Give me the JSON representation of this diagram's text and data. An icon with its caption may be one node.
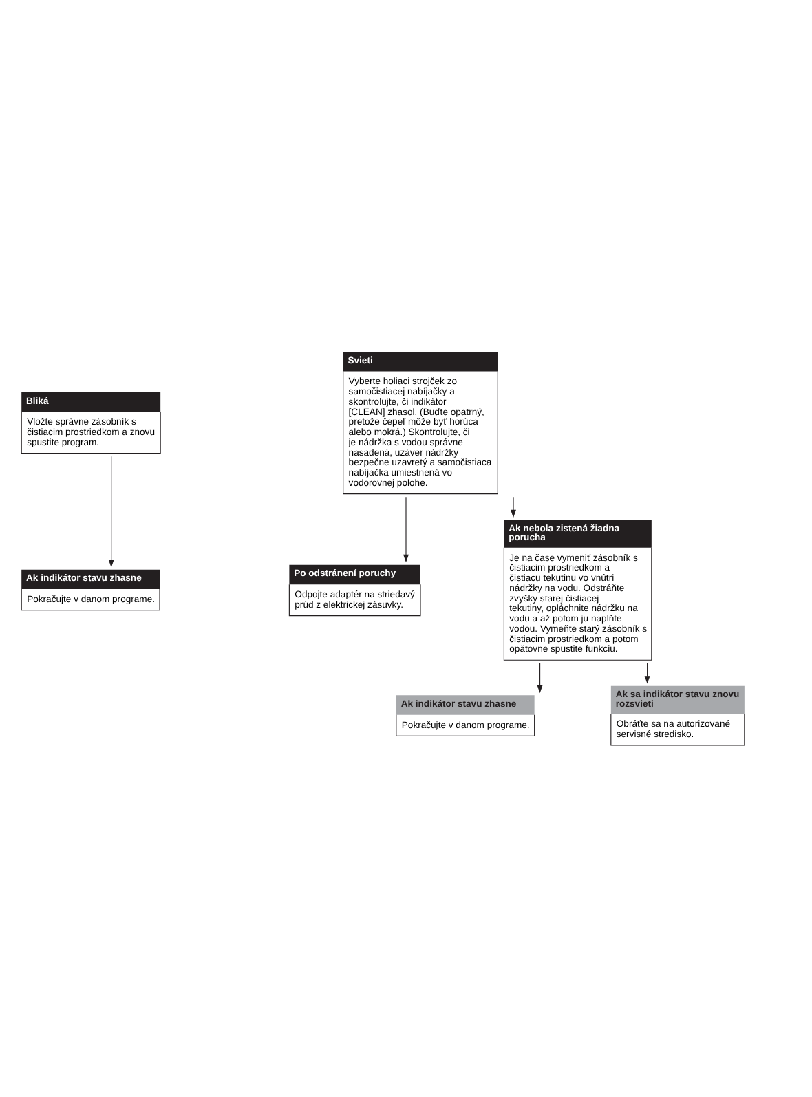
{
  "diagram": {
    "nodes": [
      {
        "text": [
          "Bliká",
          "Vložte správne zásobník s čistiacim prostriedkom a znovu spustite program."
        ]
      },
      {
        "text": [
          "Ak indikátor stavu zhasne",
          "Pokračujte v danom programe."
        ]
      },
      {
        "text": [
          "Svieti",
          "Vyberte holiaci strojček zo samočistiacej nabíjačky a skontrolujte, či indikátor [CLEAN] zhasol. (Buďte opatrný, pretože čepeľ môže byť horúca alebo mokrá.) Skontrolujte, či je nádržka s vodou správne nasadená, uzáver nádržky bezpečne uzavretý a samočistiaca nabíjačka umiestnená vo vodorovnej polohe."
        ]
      },
      {
        "text": [
          "Po odstránení poruchy",
          "Odpojte adaptér na striedavý prúd z elektrickej zásuvky."
        ]
      },
      {
        "text": [
          "Ak nebola zistená žiadna porucha",
          "Je na čase vymeniť zásobník s čistiacim prostriedkom a čistiacu tekutinu vo vnútri nádržky na vodu. Odstráňte zvyšky starej čistiacej tekutiny, opláchnite nádržku na vodu a až potom ju naplňte vodou. Vymeňte starý zásobník s čistiacim prostriedkom a potom opätovne spustite funkciu."
        ]
      },
      {
        "text": [
          "Ak indikátor stavu zhasne",
          "Pokračujte v danom programe."
        ]
      },
      {
        "text": [
          "Ak sa indikátor stavu znovu rozsvieti",
          "Obráťte sa na autorizované servisné stredisko."
        ]
      }
    ],
    "edges": [
      {
        "from": 0,
        "to": 1,
        "arrow": "to"
      },
      {
        "from": 2,
        "to": 3,
        "arrow": "to"
      },
      {
        "from": 2,
        "to": 4,
        "arrow": "to"
      },
      {
        "from": 4,
        "to": 5,
        "arrow": "to"
      },
      {
        "from": 4,
        "to": 6,
        "arrow": "to"
      }
    ]
  }
}
